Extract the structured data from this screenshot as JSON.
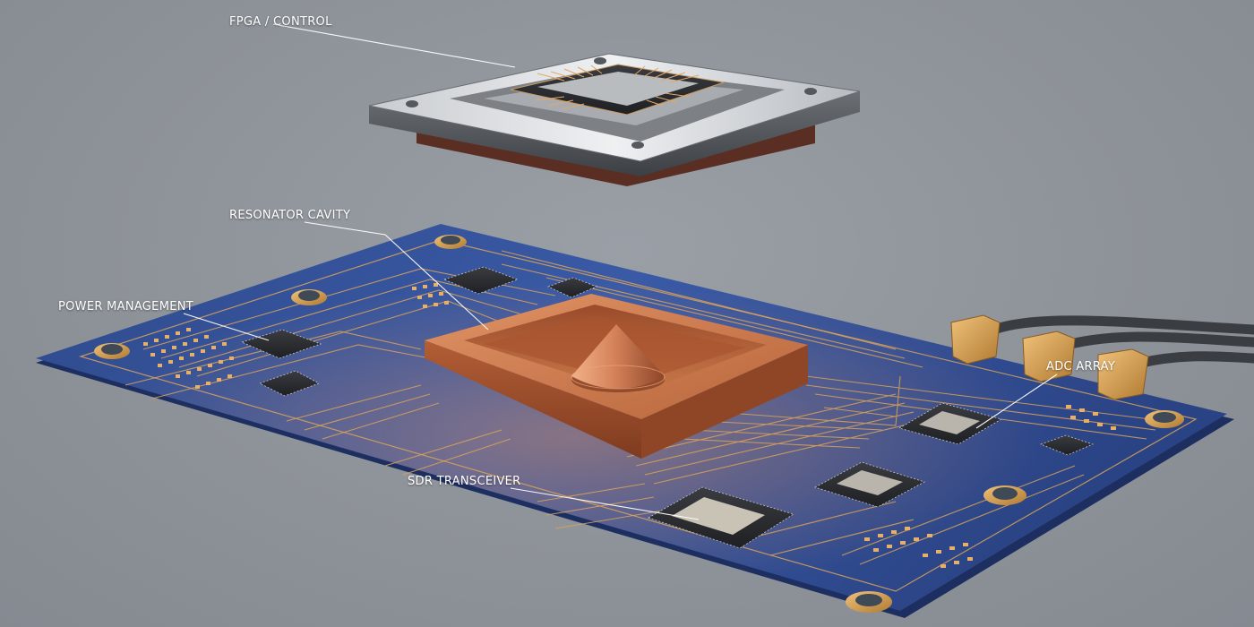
{
  "labels": {
    "fpga": "FPGA / CONTROL",
    "resonator": "RESONATOR CAVITY",
    "power": "POWER MANAGEMENT",
    "adc": "ADC ARRAY",
    "sdr": "SDR TRANSCEIVER"
  },
  "colors": {
    "background": "#8e9399",
    "board": "#2e4a8a",
    "copper": "#c8794a",
    "gold": "#d9a35a",
    "chip": "#2b2d31",
    "label": "#ffffff"
  }
}
